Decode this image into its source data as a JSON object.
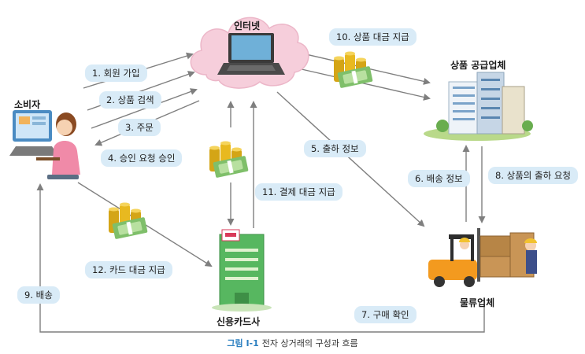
{
  "nodes": {
    "internet": "인터넷",
    "consumer": "소비자",
    "supplier": "상품 공급업체",
    "card_company": "신용카드사",
    "logistics": "물류업체"
  },
  "steps": {
    "s1": "1. 회원 가입",
    "s2": "2. 상품 검색",
    "s3": "3. 주문",
    "s4": "4. 승인 요청 승인",
    "s5": "5. 출하 정보",
    "s6": "6. 배송 정보",
    "s7": "7. 구매 확인",
    "s8": "8. 상품의 출하 요청",
    "s9": "9. 배송",
    "s10": "10. 상품 대금 지급",
    "s11": "11. 결제 대금 지급",
    "s12": "12. 카드 대금 지급"
  },
  "caption": {
    "figure": "그림 Ⅰ-1",
    "text": "전자 상거래의 구성과 흐름"
  },
  "colors": {
    "label_bg": "#d9ebf7",
    "arrow": "#7f7f7f",
    "cloud": "#f6cedb",
    "caption_accent": "#2b7fc0"
  }
}
